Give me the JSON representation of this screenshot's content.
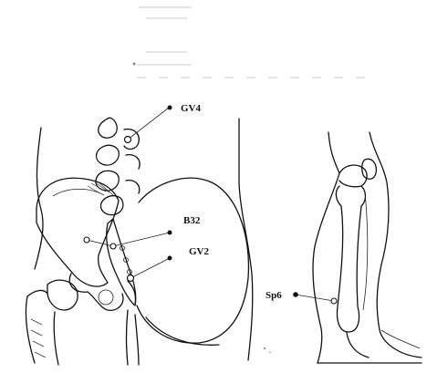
{
  "points": [
    {
      "id": "gv4",
      "label": "GV4"
    },
    {
      "id": "b32",
      "label": "B32"
    },
    {
      "id": "gv2",
      "label": "GV2"
    },
    {
      "id": "sp6",
      "label": "Sp6"
    }
  ]
}
